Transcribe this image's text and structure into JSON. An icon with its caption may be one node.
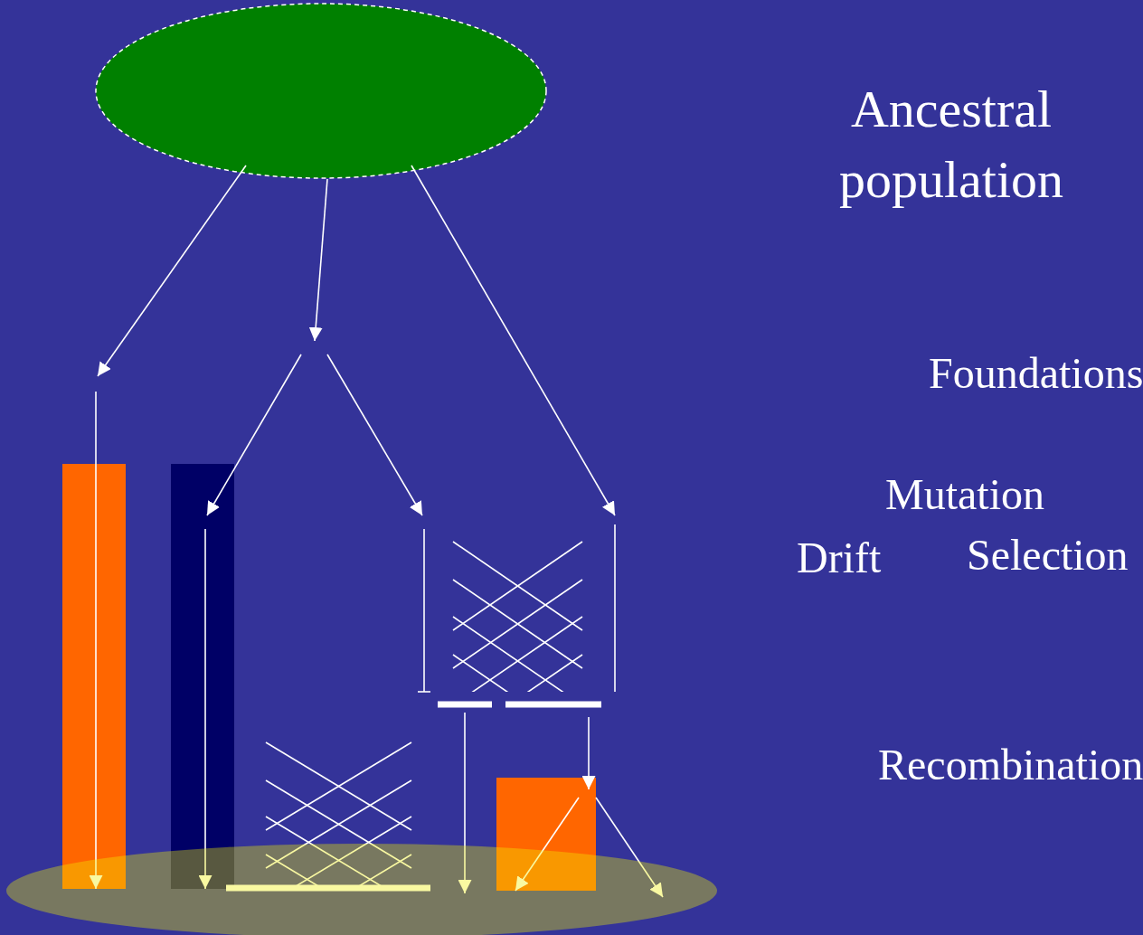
{
  "diagram": {
    "nodes": [
      {
        "text": [],
        "shape": "ellipse"
      },
      {
        "text": [],
        "shape": "bar"
      },
      {
        "text": [],
        "shape": "bar"
      },
      {
        "text": [],
        "shape": "box"
      }
    ],
    "edges": [
      {
        "from": 0,
        "to": null,
        "arrow": "to"
      },
      {
        "from": 0,
        "to": null,
        "arrow": "to"
      },
      {
        "from": 0,
        "to": null,
        "arrow": "to"
      },
      {
        "from": null,
        "to": 1,
        "arrow": "to"
      },
      {
        "from": null,
        "to": 2,
        "arrow": "to"
      },
      {
        "from": null,
        "to": 2,
        "arrow": "to"
      },
      {
        "from": null,
        "to": 3,
        "arrow": "to"
      },
      {
        "from": null,
        "to": 3,
        "arrow": "to"
      },
      {
        "from": 3,
        "to": null,
        "arrow": "to"
      }
    ],
    "labels": [
      "Ancestral population",
      "Foundations",
      "Mutation",
      "Drift",
      "Selection",
      "Recombination"
    ]
  }
}
